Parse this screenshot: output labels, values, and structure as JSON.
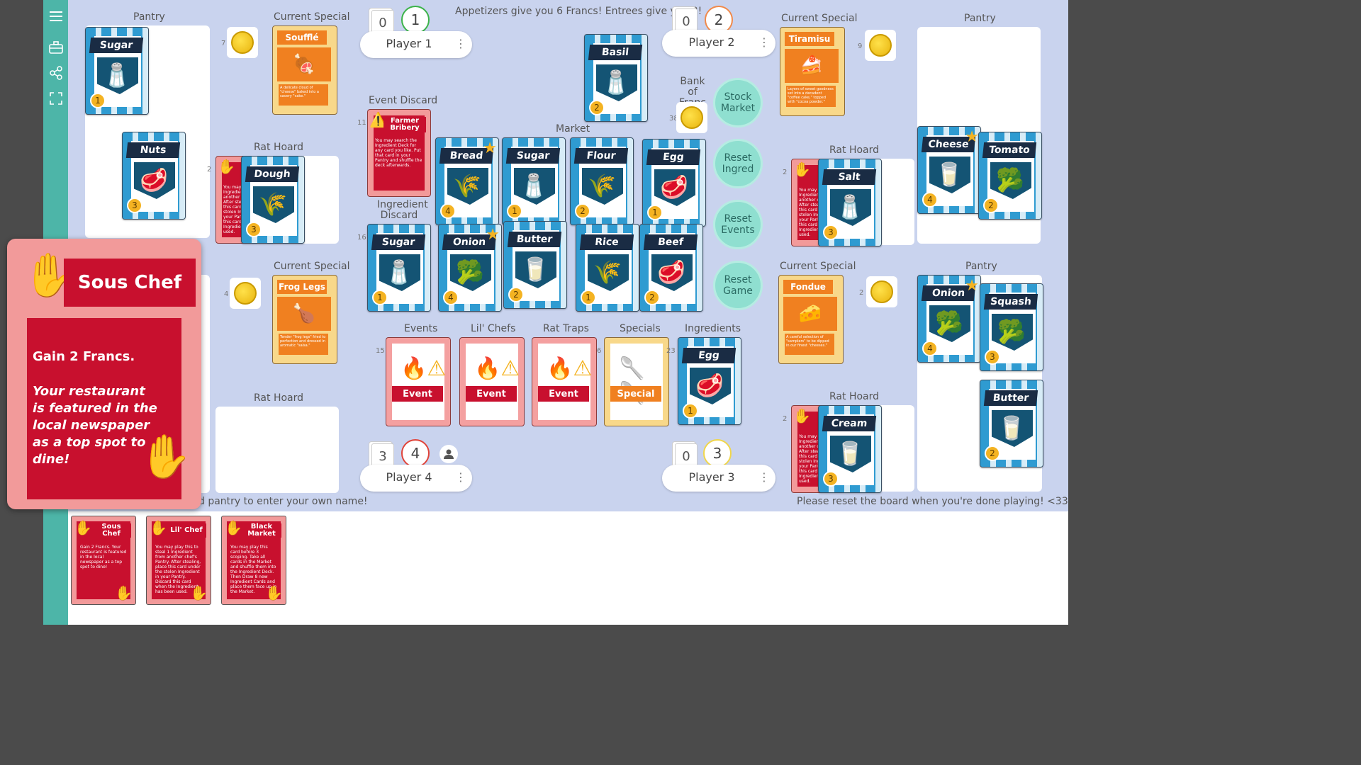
{
  "sidebar": {
    "icons": [
      "menu-icon",
      "briefcase-icon",
      "share-icon",
      "fullscreen-icon"
    ]
  },
  "top_message": "Appetizers give you 6 Francs! Entrees give you 8!",
  "bottom_right_message": "Please reset the board when you're done playing! <33",
  "bottom_left_message": "d pantry to enter your own name!",
  "labels": {
    "pantry": "Pantry",
    "current_special": "Current Special",
    "rat_hoard": "Rat Hoard",
    "event_discard": "Event Discard",
    "ingredient_discard": "Ingredient Discard",
    "market": "Market",
    "bank": "Bank of Franc",
    "events": "Events",
    "lil_chefs": "Lil' Chefs",
    "rat_traps": "Rat Traps",
    "specials": "Specials",
    "ingredients": "Ingredients"
  },
  "buttons": {
    "stock": "Stock Market",
    "reset_ingred": "Reset Ingred",
    "reset_events": "Reset Events",
    "reset_game": "Reset Game"
  },
  "players": [
    {
      "name": "Player 1",
      "cards": "0",
      "score": "1",
      "color": "#3cb34a"
    },
    {
      "name": "Player 2",
      "cards": "0",
      "score": "2",
      "color": "#f08a4b"
    },
    {
      "name": "Player 3",
      "cards": "0",
      "score": "3",
      "color": "#f0d64b"
    },
    {
      "name": "Player 4",
      "cards": "3",
      "score": "4",
      "color": "#e0443a"
    }
  ],
  "counts": {
    "p1_coins": "7",
    "p2_coins": "9",
    "p4_coins": "4",
    "p3_coins": "2",
    "bank": "38",
    "event_discard": "11",
    "ingredient_discard": "16",
    "events": "15",
    "specials": "6",
    "ingredients": "23",
    "rat_p1": "2",
    "rat_p2": "2",
    "rat_p3": "2"
  },
  "cards": {
    "p1_pantry_1": {
      "name": "Sugar",
      "cost": "1"
    },
    "p1_pantry_2": {
      "name": "Nuts",
      "cost": "3"
    },
    "p1_rat": {
      "name": "Dough",
      "cost": "3"
    },
    "p1_special": {
      "name": "Soufflé",
      "desc": "A delicate cloud of \"cheese\" baked into a savory \"cake.\""
    },
    "p4_special": {
      "name": "Frog Legs",
      "desc": "Tender \"frog legs\" fried to perfection and dressed in aromatic \"salsa.\""
    },
    "p2_special": {
      "name": "Tiramisu",
      "desc": "Layers of sweet goodness set into a decadent \"coffee cake,\" topped with \"cocoa powder.\""
    },
    "p3_special": {
      "name": "Fondue",
      "desc": "A careful selection of \"samplers\" to be dipped in our finest \"cheeses.\""
    },
    "basil": {
      "name": "Basil",
      "cost": "2"
    },
    "event_discard_card": {
      "name": "Farmer Bribery",
      "desc": "You may search the Ingredient Deck for any card you like. Put that card in your Pantry and shuffle the deck afterwards."
    },
    "m1": {
      "name": "Bread",
      "cost": "4"
    },
    "m2": {
      "name": "Sugar",
      "cost": "1"
    },
    "m3": {
      "name": "Flour",
      "cost": "2"
    },
    "m4": {
      "name": "Egg",
      "cost": "1"
    },
    "m5": {
      "name": "Onion",
      "cost": "4"
    },
    "m6": {
      "name": "Butter",
      "cost": "2"
    },
    "m7": {
      "name": "Rice",
      "cost": "1"
    },
    "m8": {
      "name": "Beef",
      "cost": "2"
    },
    "disc": {
      "name": "Sugar",
      "cost": "1"
    },
    "deck_event": "Event",
    "deck_special": "Special",
    "deck_ing": {
      "name": "Egg",
      "cost": "1"
    },
    "p2_rat": {
      "name": "Salt",
      "cost": "3"
    },
    "p2_pantry_1": {
      "name": "Cheese",
      "cost": "4"
    },
    "p2_pantry_2": {
      "name": "Tomato",
      "cost": "2"
    },
    "p3_rat": {
      "name": "Cream",
      "cost": "3"
    },
    "p3_pantry_1": {
      "name": "Onion",
      "cost": "4"
    },
    "p3_pantry_2": {
      "name": "Squash",
      "cost": "3"
    },
    "p3_pantry_3": {
      "name": "Butter",
      "cost": "2"
    }
  },
  "rat_card_text": "You may steal 1 Ingredient from another chef's Pantry. After stealing, place this card under the stolen Ingredient in your Pantry. Discard this card when the Ingredient has been used.",
  "big_card": {
    "title": "Sous Chef",
    "line1": "Gain 2 Francs.",
    "line2": "Your restaurant is featured in the local newspaper as a top spot to dine!"
  },
  "hand": [
    {
      "title": "Sous Chef",
      "text": "Gain 2 Francs. Your restaurant is featured in the local newspaper as a top spot to dine!"
    },
    {
      "title": "Lil' Chef",
      "text": "You may play this to steal 1 Ingredient from another chef's Pantry. After stealing, place this card under the stolen Ingredient in your Pantry. Discard this card when the Ingredient has been used."
    },
    {
      "title": "Black Market",
      "text": "You may play this card before 3 scoping. Take all cards in the Market and shuffle them into the Ingredient Deck. Then Draw 8 new Ingredient Cards and place them face up in the Market."
    }
  ]
}
